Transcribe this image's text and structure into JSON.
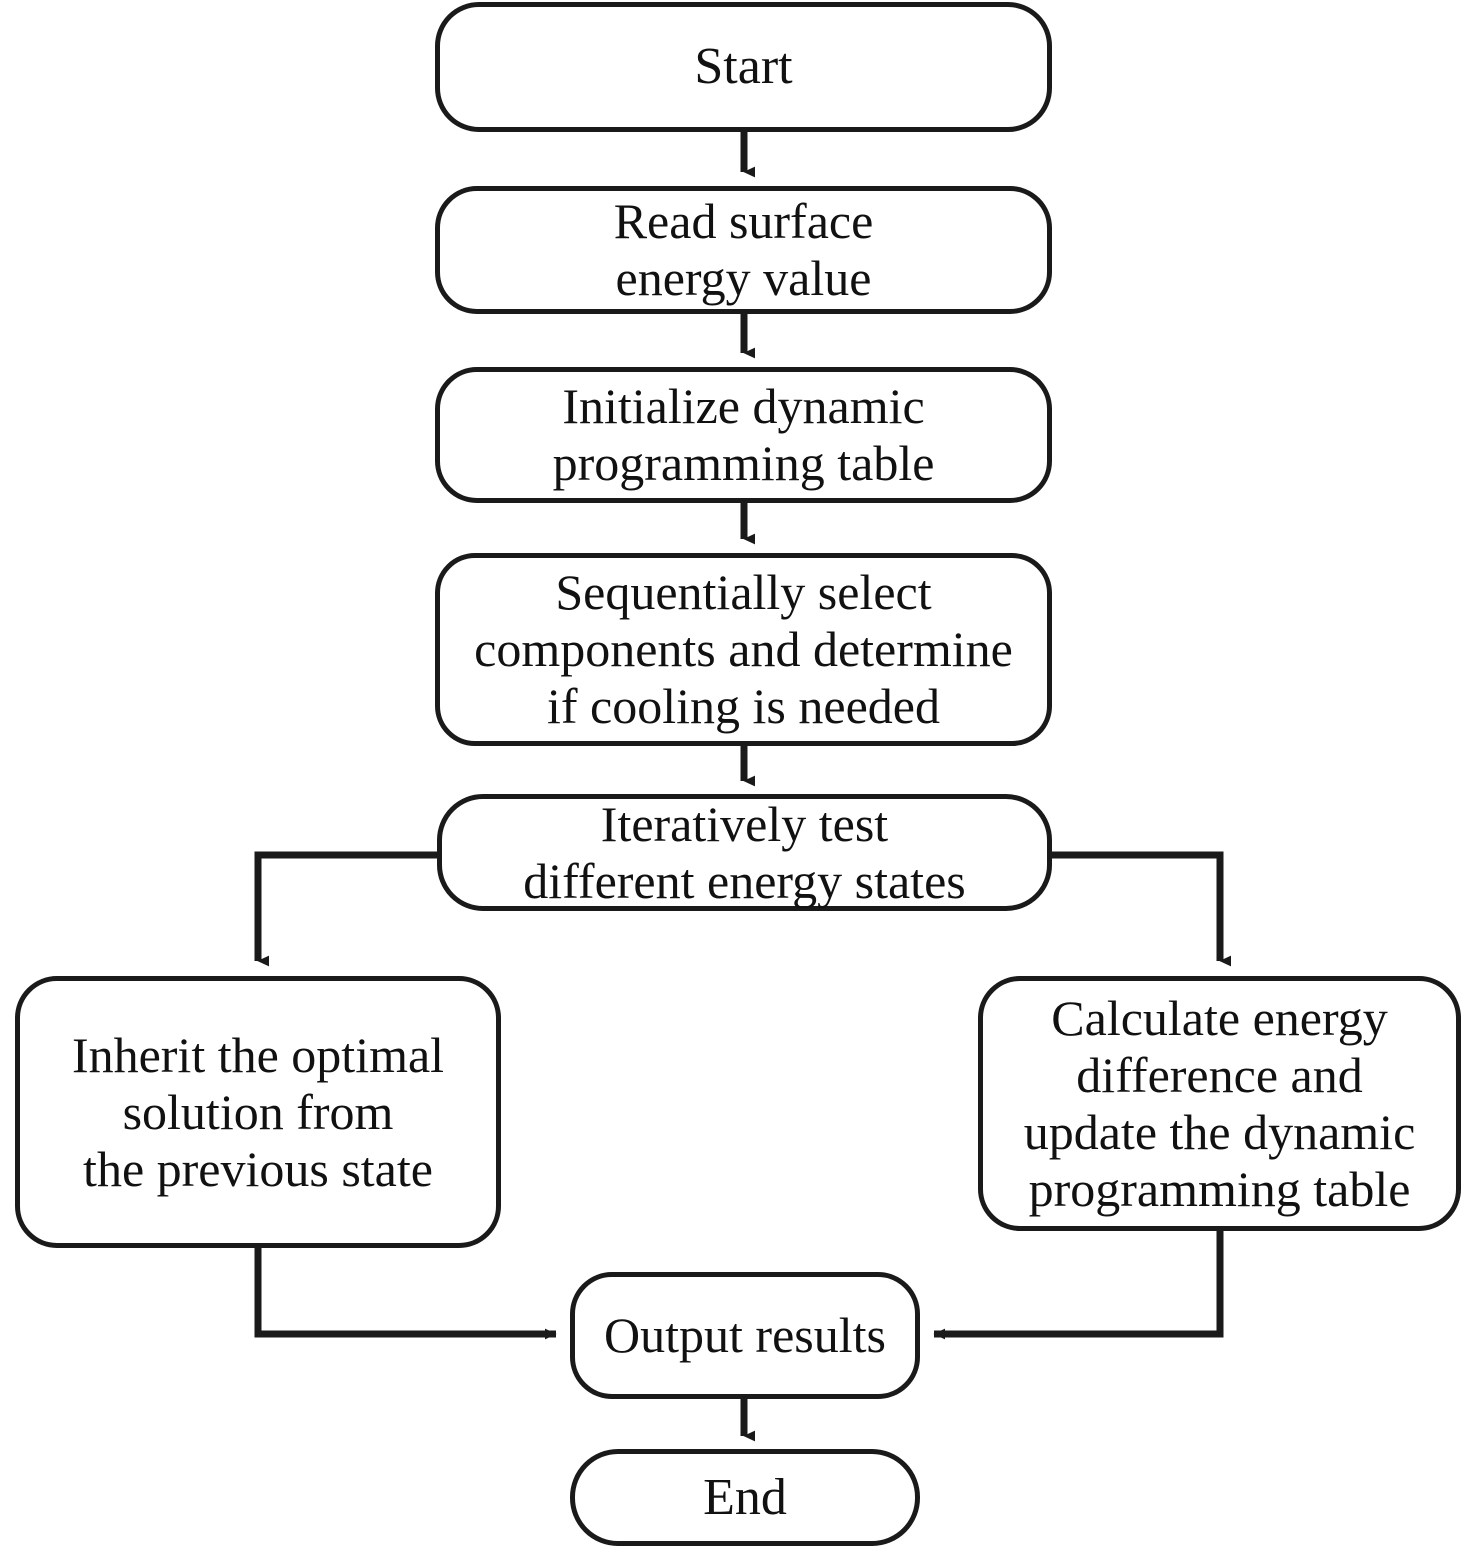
{
  "diagram": {
    "title": "Dynamic programming surface-energy optimization flowchart",
    "type": "flowchart",
    "stroke_color": "#1a1a1a",
    "fill_color": "#ffffff",
    "text_color": "#111111"
  },
  "nodes": [
    {
      "id": "start",
      "label": "Start",
      "shape": "rounded-rectangle"
    },
    {
      "id": "read",
      "label": "Read surface\nenergy value",
      "shape": "rounded-rectangle"
    },
    {
      "id": "init",
      "label": "Initialize dynamic\nprogramming table",
      "shape": "rounded-rectangle"
    },
    {
      "id": "seq",
      "label": "Sequentially select\ncomponents and determine\nif cooling is needed",
      "shape": "rounded-rectangle"
    },
    {
      "id": "iter",
      "label": "Iteratively test\ndifferent energy states",
      "shape": "rounded-rectangle"
    },
    {
      "id": "inherit",
      "label": "Inherit the optimal\nsolution from\nthe previous state",
      "shape": "rounded-rectangle"
    },
    {
      "id": "calc",
      "label": "Calculate energy\ndifference and\nupdate the dynamic\nprogramming table",
      "shape": "rounded-rectangle"
    },
    {
      "id": "output",
      "label": "Output results",
      "shape": "rounded-rectangle"
    },
    {
      "id": "end",
      "label": "End",
      "shape": "rounded-rectangle"
    }
  ],
  "edges": [
    {
      "from": "start",
      "to": "read",
      "label": "",
      "style": "straight-down"
    },
    {
      "from": "read",
      "to": "init",
      "label": "",
      "style": "straight-down"
    },
    {
      "from": "init",
      "to": "seq",
      "label": "",
      "style": "straight-down"
    },
    {
      "from": "seq",
      "to": "iter",
      "label": "",
      "style": "straight-down"
    },
    {
      "from": "iter",
      "to": "inherit",
      "label": "",
      "style": "left-branch-down"
    },
    {
      "from": "iter",
      "to": "calc",
      "label": "",
      "style": "right-branch-down"
    },
    {
      "from": "inherit",
      "to": "output",
      "label": "",
      "style": "down-then-right"
    },
    {
      "from": "calc",
      "to": "output",
      "label": "",
      "style": "down-then-left"
    },
    {
      "from": "output",
      "to": "end",
      "label": "",
      "style": "straight-down"
    }
  ]
}
